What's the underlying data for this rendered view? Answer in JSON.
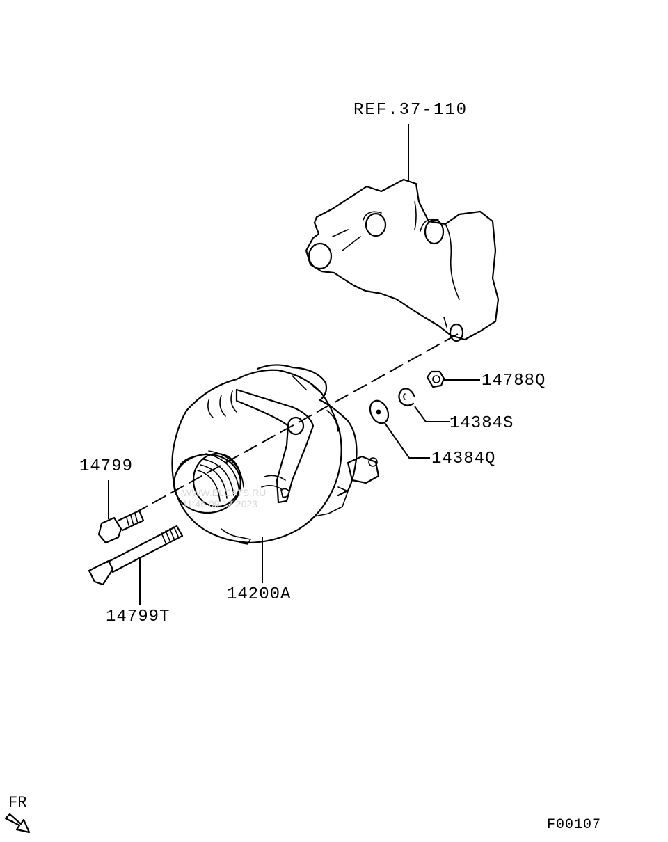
{
  "reference_label": "REF.37-110",
  "parts": {
    "nut": "14788Q",
    "lock_washer": "14384S",
    "washer": "14384Q",
    "bolt": "14799",
    "long_bolt": "14799T",
    "alternator": "14200A"
  },
  "direction_label": "FR",
  "figure_code": "F00107",
  "watermark": {
    "line1": "WWW.ELCATS.RU",
    "line2": "11:46 09.12.2023"
  },
  "colors": {
    "ink": "#000000",
    "paper": "#ffffff",
    "watermark": "#d8d8d8"
  }
}
